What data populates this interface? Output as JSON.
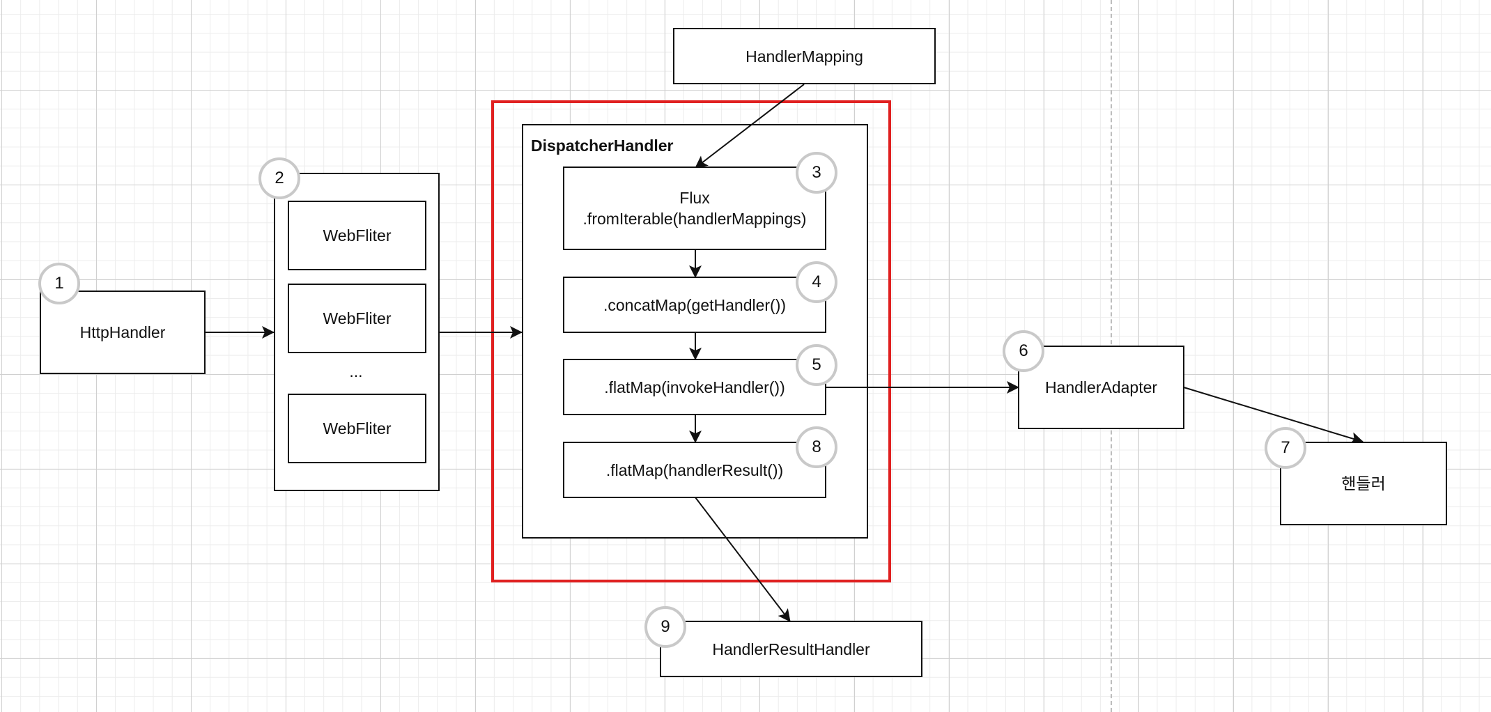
{
  "nodes": {
    "http_handler": "HttpHandler",
    "web_filter_1": "WebFliter",
    "web_filter_2": "WebFliter",
    "web_filter_ellipsis": "...",
    "web_filter_3": "WebFliter",
    "handler_mapping": "HandlerMapping",
    "dispatcher_handler": "DispatcherHandler",
    "flux_line1": "Flux",
    "flux_line2": ".fromIterable(handlerMappings)",
    "concat_map": ".concatMap(getHandler())",
    "flat_map_invoke": ".flatMap(invokeHandler())",
    "flat_map_result": ".flatMap(handlerResult())",
    "handler_adapter": "HandlerAdapter",
    "handler": "핸들러",
    "handler_result_handler": "HandlerResultHandler"
  },
  "badges": {
    "b1": "1",
    "b2": "2",
    "b3": "3",
    "b4": "4",
    "b5": "5",
    "b6": "6",
    "b7": "7",
    "b8": "8",
    "b9": "9"
  },
  "colors": {
    "highlight_frame": "#e02020",
    "badge_border": "#c9c9c9",
    "stroke": "#111111"
  }
}
